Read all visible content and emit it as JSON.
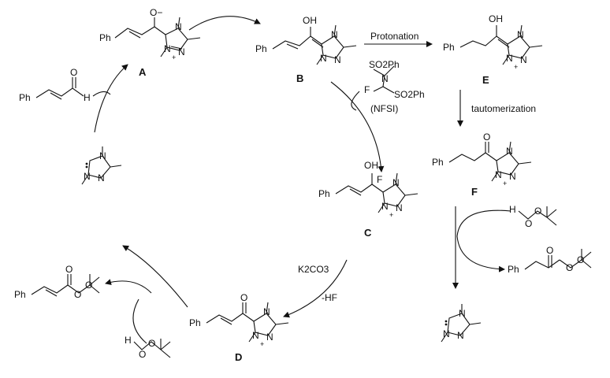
{
  "labels": {
    "A": "A",
    "B": "B",
    "C": "C",
    "D": "D",
    "E": "E",
    "F": "F"
  },
  "conditions": {
    "protonation": "Protonation",
    "tautomerization": "tautomerization",
    "nfsi": "(NFSI)",
    "base": "K2CO3",
    "elimination": "-HF"
  },
  "atoms": {
    "ph": "Ph",
    "oh": "OH",
    "o": "O",
    "f": "F",
    "n": "N",
    "h": "H",
    "s": "S",
    "so2ph_top": "SO2Ph",
    "so2ph_bottom": "SO2Ph",
    "o_minus": "O−",
    "plus": "+"
  },
  "colors": {
    "ink": "#111111",
    "background": "#ffffff"
  }
}
